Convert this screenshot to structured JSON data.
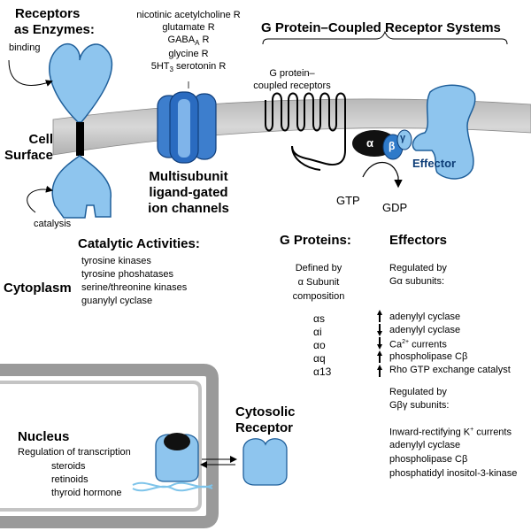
{
  "enzymes": {
    "title_line1": "Receptors",
    "title_line2": "as Enzymes:",
    "binding": "binding",
    "catalysis": "catalysis"
  },
  "cell_surface": {
    "line1": "Cell",
    "line2": "Surface"
  },
  "cytoplasm": "Cytoplasm",
  "ion_channels": {
    "receptors": [
      "nicotinic acetylcholine R",
      "glutamate R",
      "GABA",
      "glycine R",
      "5HT",
      "serotonin R"
    ],
    "gaba_sub": "A",
    "gaba_suffix": "R",
    "ht_sub": "3",
    "title_line1": "Multisubunit",
    "title_line2": "ligand-gated",
    "title_line3": "ion channels"
  },
  "catalytic": {
    "title": "Catalytic Activities:",
    "items": [
      "tyrosine kinases",
      "tyrosine phoshatases",
      "serine/threonine kinases",
      "guanylyl cyclase"
    ]
  },
  "gpcr": {
    "title": "G Protein–Coupled Receptor Systems",
    "receptors_line1": "G protein–",
    "receptors_line2": "coupled receptors",
    "alpha": "α",
    "beta": "β",
    "gamma": "γ",
    "effector": "Effector",
    "gtp": "GTP",
    "gdp": "GDP"
  },
  "g_proteins": {
    "title": "G Proteins:",
    "desc": [
      "Defined by",
      "α Subunit",
      "composition"
    ],
    "list": [
      "αs",
      "αi",
      "αo",
      "αq",
      "α13"
    ]
  },
  "effectors": {
    "title": "Effectors",
    "galpha_heading": [
      "Regulated by",
      "Gα subunits:"
    ],
    "galpha_items": [
      {
        "arrow": "up",
        "text": "adenylyl cyclase"
      },
      {
        "arrow": "down",
        "text": "adenylyl cyclase"
      },
      {
        "arrow": "down",
        "text": "Ca",
        "sup": "2+",
        "suffix": " currents"
      },
      {
        "arrow": "up",
        "text": "phospholipase Cβ"
      },
      {
        "arrow": "up",
        "text": "Rho GTP exchange catalyst"
      }
    ],
    "gbg_heading": [
      "Regulated by",
      "Gβγ subunits:"
    ],
    "gbg_items": [
      {
        "text": "Inward-rectifying K",
        "sup": "+",
        "suffix": " currents"
      },
      {
        "text": "adenylyl cyclase"
      },
      {
        "text": "phospholipase Cβ"
      },
      {
        "text": "phosphatidyl inositol-3-kinase"
      }
    ]
  },
  "nucleus": {
    "title": "Nucleus",
    "subtitle": "Regulation of transcription",
    "items": [
      "steroids",
      "retinoids",
      "thyroid hormone"
    ]
  },
  "cytosolic": {
    "line1": "Cytosolic",
    "line2": "Receptor"
  },
  "colors": {
    "membrane": "#c9c9c9",
    "receptor": "#8ec5ee",
    "receptor_dark": "#2f7ac9",
    "alpha": "#111111"
  }
}
